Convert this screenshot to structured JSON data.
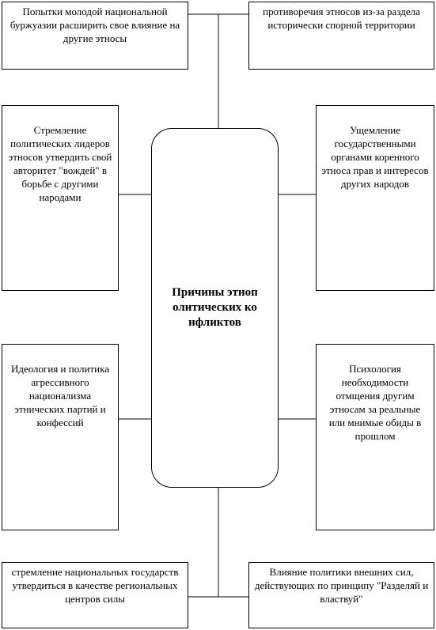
{
  "center": {
    "title": "Причины этнополитических конфликтов"
  },
  "causes": {
    "top_left": "Попытки молодой национальной буржуазии расширить свое влияние на другие этносы",
    "top_right": "противоречия этносов из-за раздела исторически спорной территории",
    "upper_left": "Стремление политических лидеров этносов утвердить свой авторитет \"вождей\" в борьбе с другими народами",
    "upper_right": "Ущемление государственными органами коренного этноса прав и интересов других народов",
    "lower_left": "Идеология и политика агрессивного национализма этнических партий и конфессий",
    "lower_right": "Психология необходимости отмщения другим этносам за реальные или мнимые обиды в прошлом",
    "bottom_left": "стремление национальных государств утвердиться в качестве региональных центров силы",
    "bottom_right": "Влияние политики внешних сил, действующих по принципу \"Разделяй и властвуй\""
  }
}
